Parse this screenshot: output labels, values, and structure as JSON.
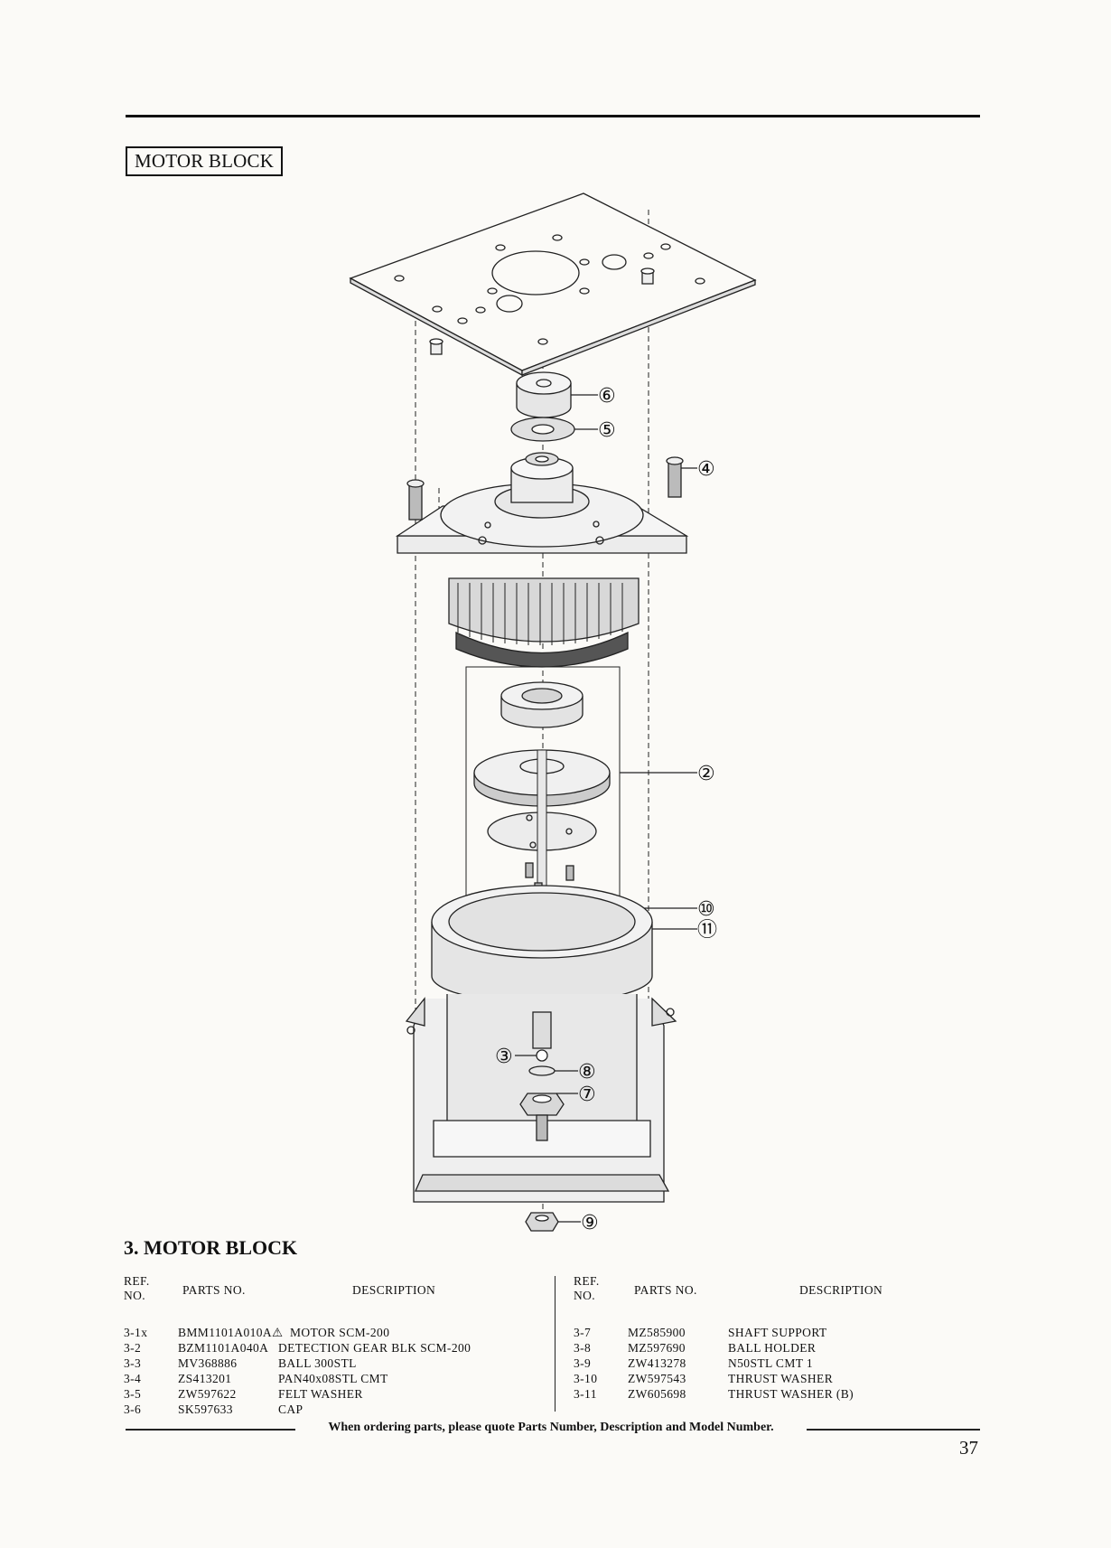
{
  "section_title": "MOTOR BLOCK",
  "parts_heading": "3. MOTOR BLOCK",
  "columns": {
    "ref": "REF.\nNO.",
    "parts_no": "PARTS NO.",
    "description": "DESCRIPTION"
  },
  "callouts": [
    "⑥",
    "⑤",
    "④",
    "②",
    "⑩",
    "⑪",
    "③",
    "⑧",
    "⑦",
    "⑨"
  ],
  "left_rows": [
    {
      "ref": "3-1x",
      "parts_no": "BMM1101A010A",
      "warning": "⚠",
      "description": "MOTOR SCM-200"
    },
    {
      "ref": "3-2",
      "parts_no": "BZM1101A040A",
      "warning": "",
      "description": "DETECTION GEAR BLK SCM-200"
    },
    {
      "ref": "3-3",
      "parts_no": "MV368886",
      "warning": "",
      "description": "BALL 300STL"
    },
    {
      "ref": "3-4",
      "parts_no": "ZS413201",
      "warning": "",
      "description": "PAN40x08STL CMT"
    },
    {
      "ref": "3-5",
      "parts_no": "ZW597622",
      "warning": "",
      "description": "FELT WASHER"
    },
    {
      "ref": "3-6",
      "parts_no": "SK597633",
      "warning": "",
      "description": "CAP"
    }
  ],
  "right_rows": [
    {
      "ref": "3-7",
      "parts_no": "MZ585900",
      "description": "SHAFT SUPPORT"
    },
    {
      "ref": "3-8",
      "parts_no": "MZ597690",
      "description": "BALL HOLDER"
    },
    {
      "ref": "3-9",
      "parts_no": "ZW413278",
      "description": "N50STL CMT 1"
    },
    {
      "ref": "3-10",
      "parts_no": "ZW597543",
      "description": "THRUST WASHER"
    },
    {
      "ref": "3-11",
      "parts_no": "ZW605698",
      "description": "THRUST WASHER (B)"
    }
  ],
  "footer_note": "When ordering parts, please quote Parts Number, Description and Model Number.",
  "page_number": "37"
}
